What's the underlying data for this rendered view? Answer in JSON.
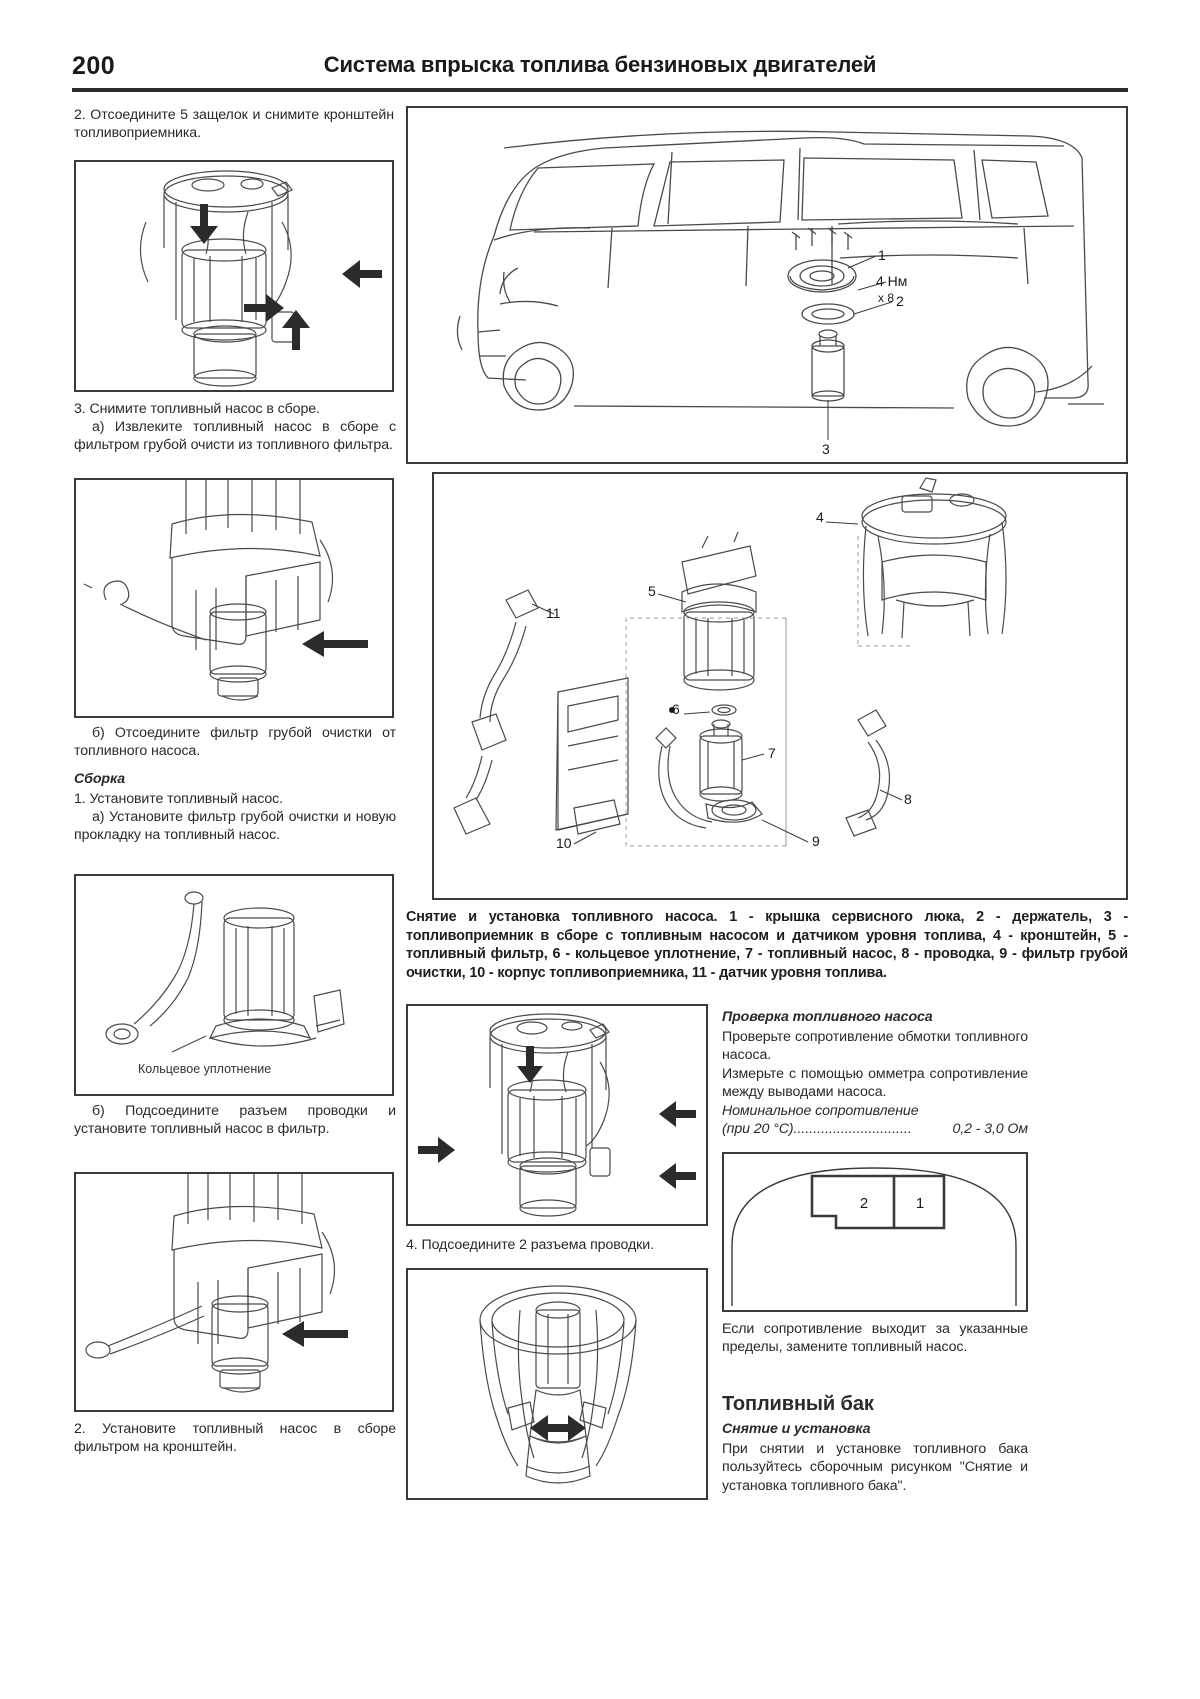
{
  "header": {
    "page_number": "200",
    "title": "Система впрыска топлива бензиновых двигателей"
  },
  "left_column": {
    "step2": "2. Отсоедините 5 защелок и снимите кронштейн топливоприемника.",
    "step3_title": "3. Снимите топливный насос в сборе.",
    "step3a": "а) Извлеките топливный насос в сборе с фильтром грубой очисти из топливного фильтра.",
    "step3b": "б) Отсоедините фильтр грубой очистки от топливного насоса.",
    "assembly_heading": "Сборка",
    "asm1_title": "1. Установите топливный насос.",
    "asm1a": "а) Установите фильтр грубой очистки и новую прокладку на топливный насос.",
    "asm1b": "б) Подсоедините разъем проводки и установите топливный насос в фильтр.",
    "asm2": "2. Установите топливный насос в сборе фильтром на кронштейн.",
    "figure_label_oring": "Кольцевое уплотнение"
  },
  "middle_column": {
    "caption": "Снятие и установка топливного насоса. 1 - крышка сервисного люка, 2 - держатель, 3 - топливоприемник в сборе с топливным насосом и датчиком уровня топлива, 4 - кронштейн, 5 - топливный фильтр, 6 - кольцевое уплотнение, 7 - топливный насос, 8 - проводка, 9 - фильтр грубой очистки, 10 - корпус топливоприемника, 11 - датчик уровня топлива.",
    "step4": "4. Подсоедините 2 разъема проводки.",
    "vehicle_callouts": {
      "c1": "1",
      "c2": "2",
      "c3": "3",
      "torque": "4 Нм",
      "multiplier": "х 8"
    },
    "exploded_callouts": {
      "n4": "4",
      "n5": "5",
      "n6": "6",
      "n7": "7",
      "n8": "8",
      "n9": "9",
      "n10": "10",
      "n11": "11"
    }
  },
  "right_column": {
    "check_heading": "Проверка топливного насоса",
    "check_p1": "Проверьте сопротивление обмотки топливного насоса.",
    "check_p2": "Измерьте с помощью омметра сопротивление между выводами насоса.",
    "nominal_heading": "Номинальное сопротивление",
    "nominal_label": "(при 20 °С)",
    "nominal_dots": "..............................",
    "nominal_value": "0,2 - 3,0 Ом",
    "terminal_diagram": {
      "terminal_left": "2",
      "terminal_right": "1"
    },
    "out_of_range": "Если сопротивление выходит за указанные пределы, замените топливный насос.",
    "tank_heading": "Топливный бак",
    "tank_sub": "Снятие и установка",
    "tank_p": "При снятии и установке топливного бака пользуйтесь сборочным рисунком \"Снятие и установка топливного бака\"."
  }
}
